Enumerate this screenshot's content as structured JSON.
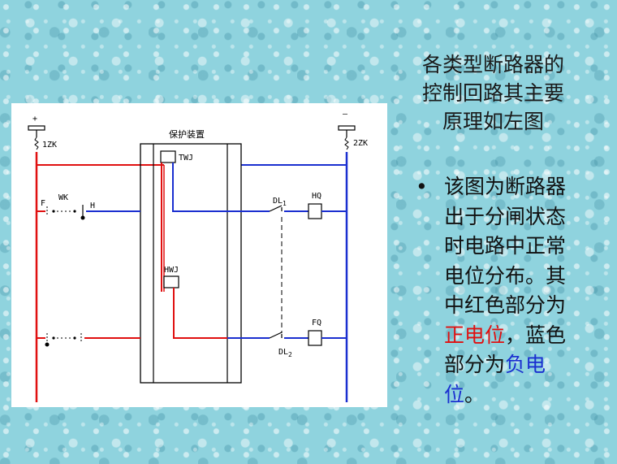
{
  "title": "各类型断路器的\n控制回路其主要\n原理如左图",
  "bullet": {
    "text_1": "该图为断路器出于分闸状态时电路中正常电位分布。其中红色部分为",
    "red_text": "正电位",
    "text_2": "，蓝色部分为",
    "blue_text": "负电位",
    "text_3": "。"
  },
  "diagram": {
    "plus": "+",
    "minus": "—",
    "zk1": "1ZK",
    "zk2": "2ZK",
    "protection": "保护装置",
    "twj": "TWJ",
    "hwj": "HWJ",
    "f": "F",
    "wk": "WK",
    "h": "H",
    "dl1": "DL",
    "dl1_sub": "1",
    "dl2": "DL",
    "dl2_sub": "2",
    "hq": "HQ",
    "fq": "FQ"
  },
  "colors": {
    "positive": "#e01010",
    "negative": "#1a2fd0"
  }
}
